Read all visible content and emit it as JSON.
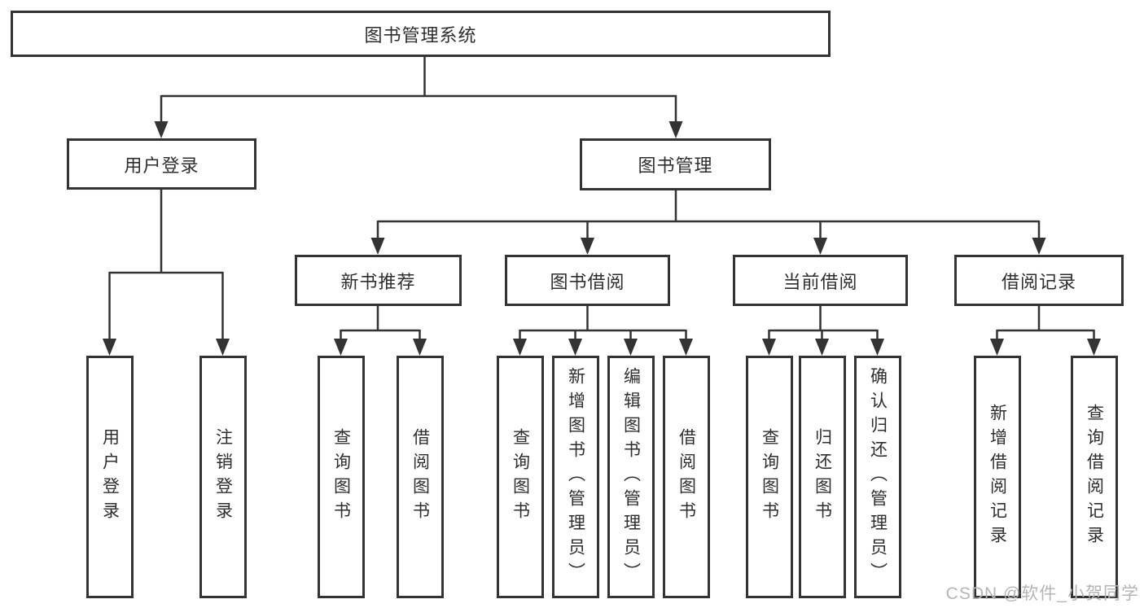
{
  "diagram": {
    "root": {
      "label": "图书管理系统"
    },
    "branches": [
      {
        "label": "用户登录",
        "children": [
          {
            "label": "用户登录"
          },
          {
            "label": "注销登录"
          }
        ]
      },
      {
        "label": "图书管理",
        "children": [
          {
            "label": "新书推荐",
            "children": [
              {
                "label": "查询图书"
              },
              {
                "label": "借阅图书"
              }
            ]
          },
          {
            "label": "图书借阅",
            "children": [
              {
                "label": "查询图书"
              },
              {
                "label": "新增图书（管理员）"
              },
              {
                "label": "编辑图书（管理员）"
              },
              {
                "label": "借阅图书"
              }
            ]
          },
          {
            "label": "当前借阅",
            "children": [
              {
                "label": "查询图书"
              },
              {
                "label": "归还图书"
              },
              {
                "label": "确认归还（管理员）"
              }
            ]
          },
          {
            "label": "借阅记录",
            "children": [
              {
                "label": "新增借阅记录"
              },
              {
                "label": "查询借阅记录"
              }
            ]
          }
        ]
      }
    ]
  },
  "watermark": {
    "text": "CSDN @软件_小贺同学"
  },
  "colors": {
    "line": "#333333",
    "text": "#2e2e2e",
    "background": "#ffffff",
    "watermark": "#b5b5b5"
  }
}
